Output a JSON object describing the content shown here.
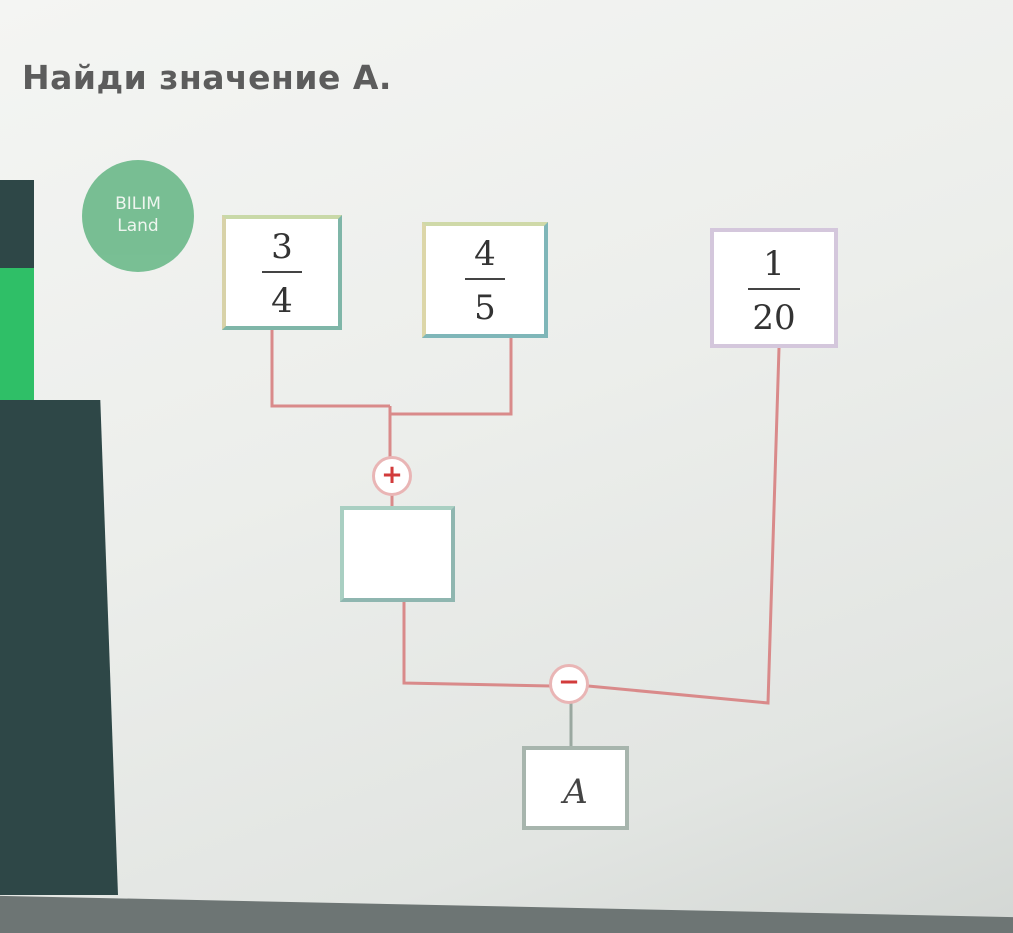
{
  "title": "Найди значение А.",
  "logo": {
    "line1": "BILIM",
    "line2": "Land"
  },
  "inputs": [
    {
      "numerator": "3",
      "denominator": "4"
    },
    {
      "numerator": "4",
      "denominator": "5"
    },
    {
      "numerator": "1",
      "denominator": "20"
    }
  ],
  "operations": {
    "first": "+",
    "second": "−"
  },
  "sum_box": {
    "value": ""
  },
  "result": {
    "label": "A"
  },
  "colors": {
    "wire": "#d98a8a",
    "wire_alt": "#a6c9c3",
    "sidebar": "#2e4747",
    "accent_green": "#2fbf67",
    "logo_bg": "#6cb98a"
  }
}
